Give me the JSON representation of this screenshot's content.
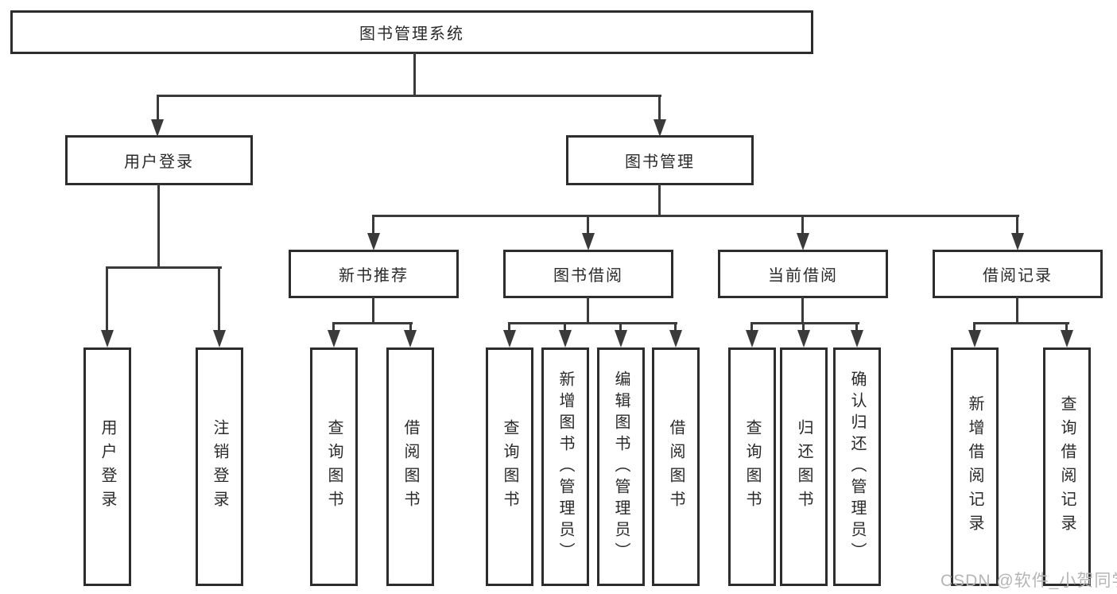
{
  "diagram": {
    "root": {
      "label": "图书管理系统"
    },
    "level2": [
      {
        "label": "用户登录"
      },
      {
        "label": "图书管理"
      }
    ],
    "level3": [
      {
        "label": "新书推荐"
      },
      {
        "label": "图书借阅"
      },
      {
        "label": "当前借阅"
      },
      {
        "label": "借阅记录"
      }
    ],
    "leaves": {
      "login": [
        "用户登录",
        "注销登录"
      ],
      "recommend": [
        "查询图书",
        "借阅图书"
      ],
      "borrow": [
        "查询图书",
        "新增图书（管理员）",
        "编辑图书（管理员）",
        "借阅图书"
      ],
      "current": [
        "查询图书",
        "归还图书",
        "确认归还（管理员）"
      ],
      "records": [
        "新增借阅记录",
        "查询借阅记录"
      ]
    }
  },
  "watermark": {
    "text": "CSDN @软件_小贺同学"
  },
  "colors": {
    "line": "#3a3a3a",
    "box_border": "#2d2d2d",
    "text": "#2a2a2a",
    "watermark": "#b5b5b5",
    "background": "#ffffff"
  }
}
